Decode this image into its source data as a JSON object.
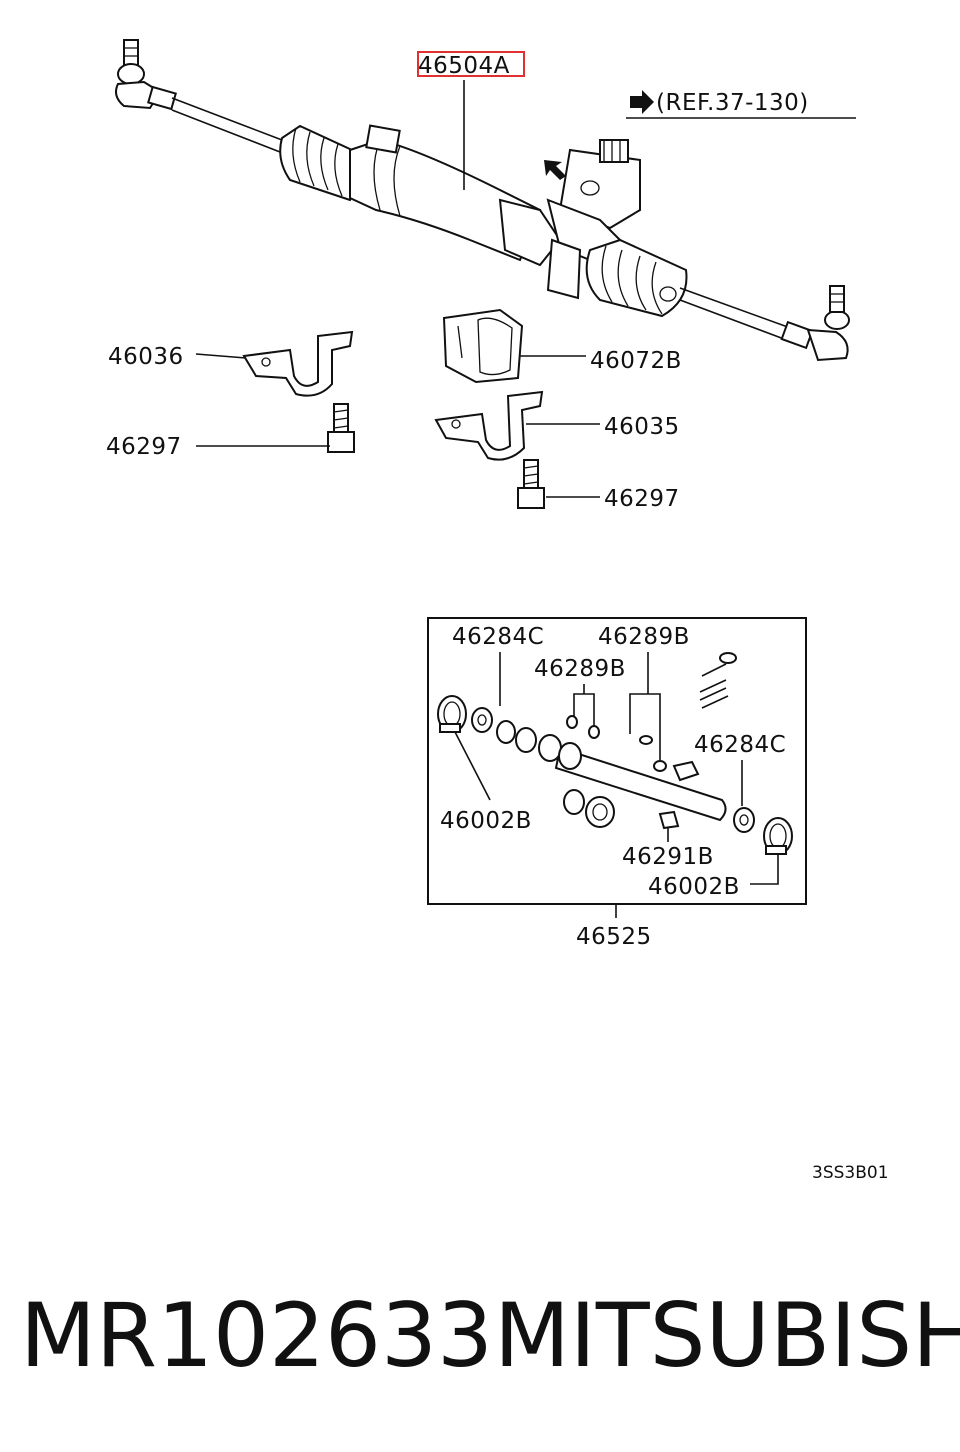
{
  "highlight_color": "#e03030",
  "labels": {
    "main_part": "46504A",
    "reference": "(REF.37-130)",
    "bracket_left": "46036",
    "bolt_left": "46297",
    "bushing": "46072B",
    "bracket_right": "46035",
    "bolt_right": "46297",
    "seal_top_left": "46284C",
    "oring_top_right": "46289B",
    "oring_mid": "46289B",
    "seal_right": "46284C",
    "clamp_left": "46002B",
    "nut_small": "46291B",
    "clamp_right": "46002B",
    "kit": "46525"
  },
  "diagram_code": "3SS3B01",
  "footer": {
    "part_number": "MR102633",
    "brand": "MITSUBISHI"
  }
}
